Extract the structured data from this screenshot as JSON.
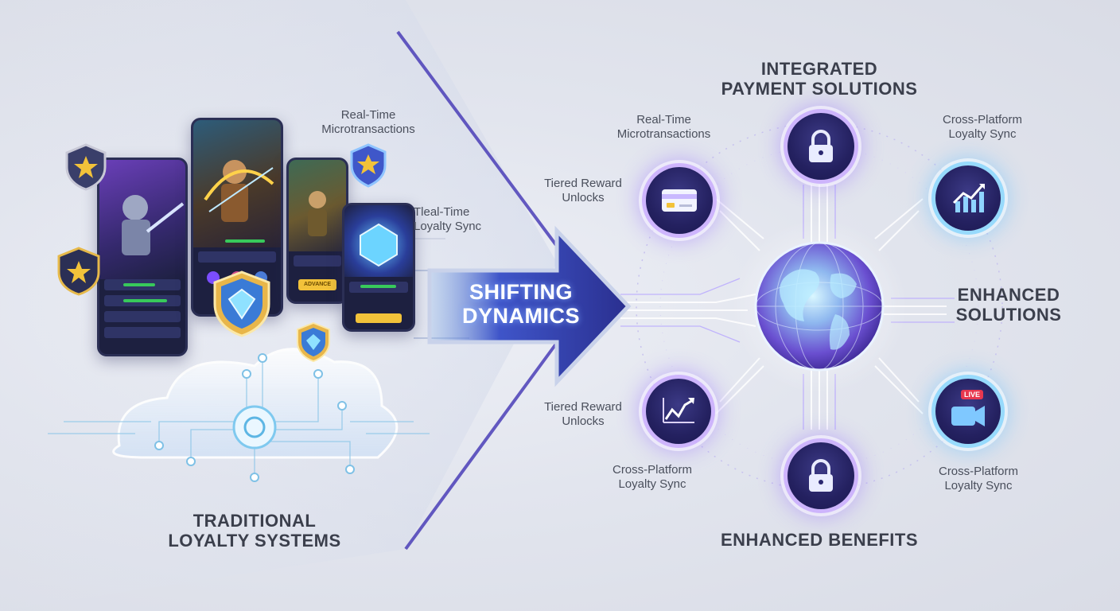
{
  "left": {
    "title_line1": "TRADITIONAL",
    "title_line2": "LOYALTY SYSTEMS",
    "label_microtransactions_1": "Real-Time",
    "label_microtransactions_2": "Microtransactions",
    "label_sync_1": "Tleal-Time",
    "label_sync_2": "Loyalty Sync",
    "phone_button_text": "ADVANCE"
  },
  "center": {
    "arrow_line1": "SHIFTING",
    "arrow_line2": "DYNAMICS"
  },
  "right": {
    "top_heading_1": "INTEGRATED",
    "top_heading_2": "PAYMENT SOLUTIONS",
    "right_heading_1": "ENHANCED",
    "right_heading_2": "SOLUTIONS",
    "bottom_heading": "ENHANCED BENEFITS",
    "label_rt_micro_1": "Real-Time",
    "label_rt_micro_2": "Microtransactions",
    "label_cross_top_1": "Cross-Platform",
    "label_cross_top_2": "Loyalty Sync",
    "label_tiered_top_1": "Tiered Reward",
    "label_tiered_top_2": "Unlocks",
    "label_tiered_bottom_1": "Tiered Reward",
    "label_tiered_bottom_2": "Unlocks",
    "label_cross_bl_1": "Cross-Platform",
    "label_cross_bl_2": "Loyalty Sync",
    "label_cross_br_1": "Cross-Platform",
    "label_cross_br_2": "Loyalty Sync",
    "live_badge": "LIVE"
  },
  "icons": {
    "top_node": "lock-icon",
    "upper_left_node": "credit-card-icon",
    "upper_right_node": "growth-chart-icon",
    "lower_left_node": "trend-chart-icon",
    "lower_right_node": "live-video-icon",
    "bottom_node": "lock-icon",
    "center": "globe-icon",
    "cloud": "cloud-icon"
  },
  "colors": {
    "accent_purple": "#7b4dff",
    "accent_blue": "#3a4fd8",
    "accent_cyan": "#4ec8ff",
    "heading_text": "#3b3f4c"
  }
}
